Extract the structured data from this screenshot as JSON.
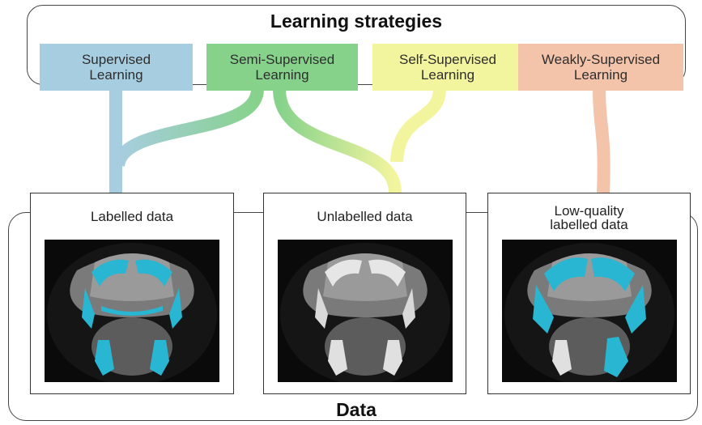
{
  "strategies_title": "Learning strategies",
  "data_title": "Data",
  "strategies": [
    {
      "label": "Supervised\nLearning",
      "color": "#a7cde0"
    },
    {
      "label": "Semi-Supervised\nLearning",
      "color": "#86d28b"
    },
    {
      "label": "Self-Supervised\nLearning",
      "color": "#f3f59e"
    },
    {
      "label": "Weakly-Supervised\nLearning",
      "color": "#f3c3aa"
    }
  ],
  "panels": [
    {
      "label": "Labelled data"
    },
    {
      "label": "Unlabelled data"
    },
    {
      "label": "Low-quality\nlabelled data"
    }
  ],
  "colors": {
    "annotation": "#29b6d2",
    "ct_background": "#0a0a0a"
  }
}
